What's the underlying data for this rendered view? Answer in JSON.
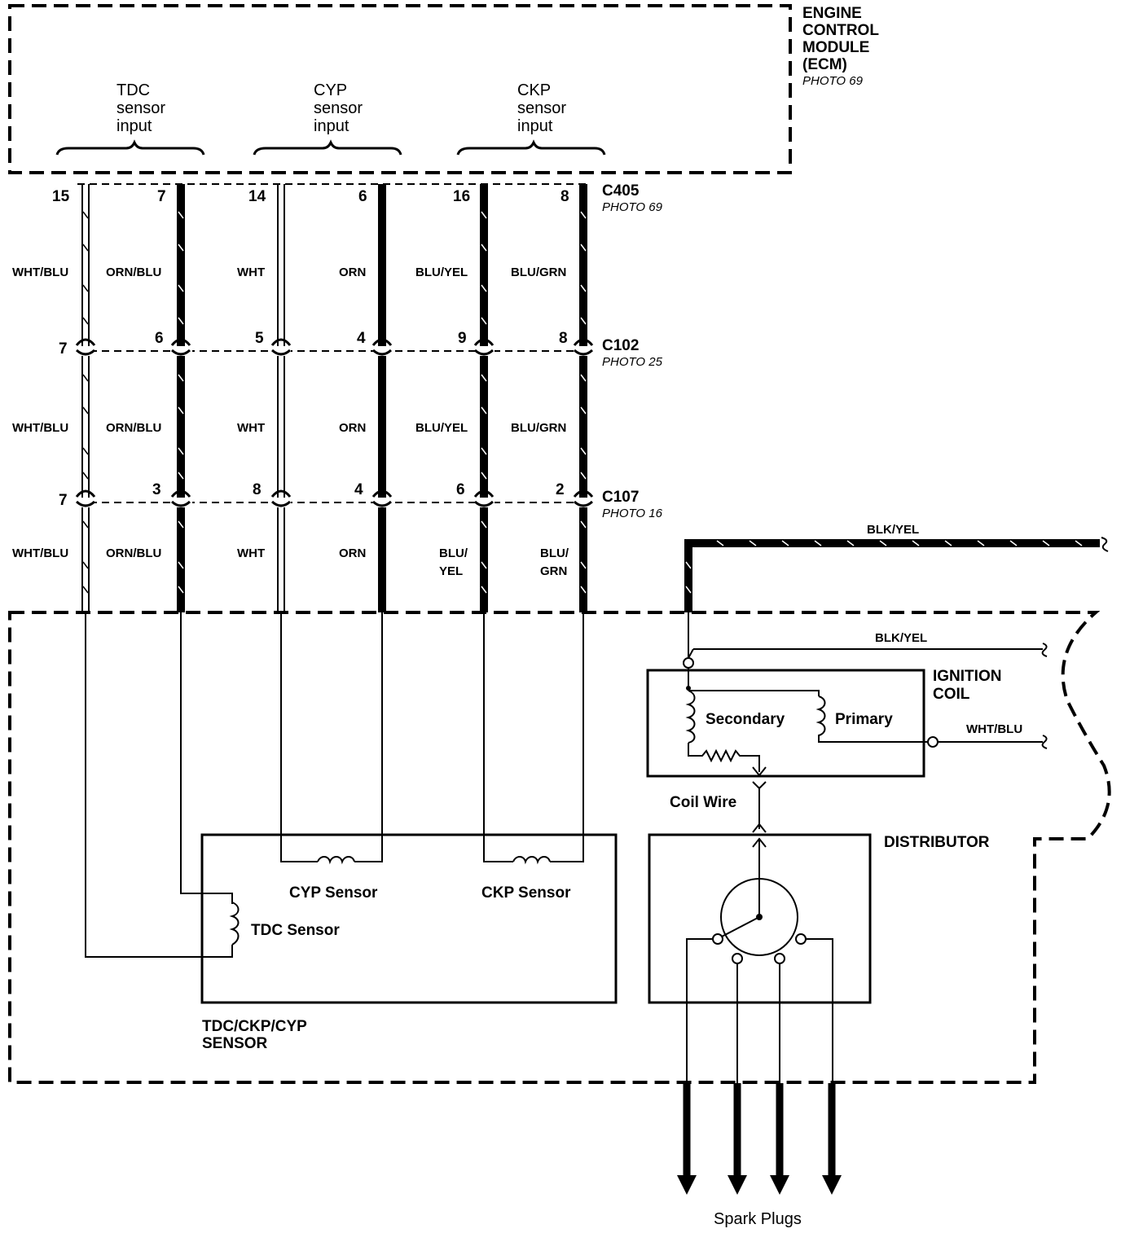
{
  "ecm": {
    "title_lines": [
      "ENGINE",
      "CONTROL",
      "MODULE",
      "(ECM)"
    ],
    "photo": "PHOTO 69",
    "groups": [
      {
        "lines": [
          "TDC",
          "sensor",
          "input"
        ]
      },
      {
        "lines": [
          "CYP",
          "sensor",
          "input"
        ]
      },
      {
        "lines": [
          "CKP",
          "sensor",
          "input"
        ]
      }
    ]
  },
  "connectors": [
    {
      "name": "C405",
      "photo": "PHOTO 69",
      "pins": [
        "15",
        "7",
        "14",
        "6",
        "16",
        "8"
      ]
    },
    {
      "name": "C102",
      "photo": "PHOTO 25",
      "pins": [
        "7",
        "6",
        "5",
        "4",
        "9",
        "8"
      ]
    },
    {
      "name": "C107",
      "photo": "PHOTO 16",
      "pins": [
        "7",
        "3",
        "8",
        "4",
        "6",
        "2"
      ]
    }
  ],
  "wire_colors": {
    "row1": [
      "WHT/BLU",
      "ORN/BLU",
      "WHT",
      "ORN",
      "BLU/YEL",
      "BLU/GRN"
    ],
    "row2": [
      "WHT/BLU",
      "ORN/BLU",
      "WHT",
      "ORN",
      "BLU/YEL",
      "BLU/GRN"
    ],
    "row3": [
      "WHT/BLU",
      "ORN/BLU",
      "WHT",
      "ORN",
      "BLU/\nYEL",
      "BLU/\nGRN"
    ]
  },
  "power": {
    "top_wire": "BLK/YEL",
    "coil_feed": "BLK/YEL",
    "coil_neg": "WHT/BLU"
  },
  "ignition_coil": {
    "title_lines": [
      "IGNITION",
      "COIL"
    ],
    "secondary": "Secondary",
    "primary": "Primary",
    "coil_wire": "Coil Wire"
  },
  "distributor": {
    "title": "DISTRIBUTOR"
  },
  "sensor_assembly": {
    "title_lines": [
      "TDC/CKP/CYP",
      "SENSOR"
    ],
    "cyp": "CYP Sensor",
    "ckp": "CKP Sensor",
    "tdc": "TDC Sensor"
  },
  "spark_plugs": "Spark Plugs"
}
